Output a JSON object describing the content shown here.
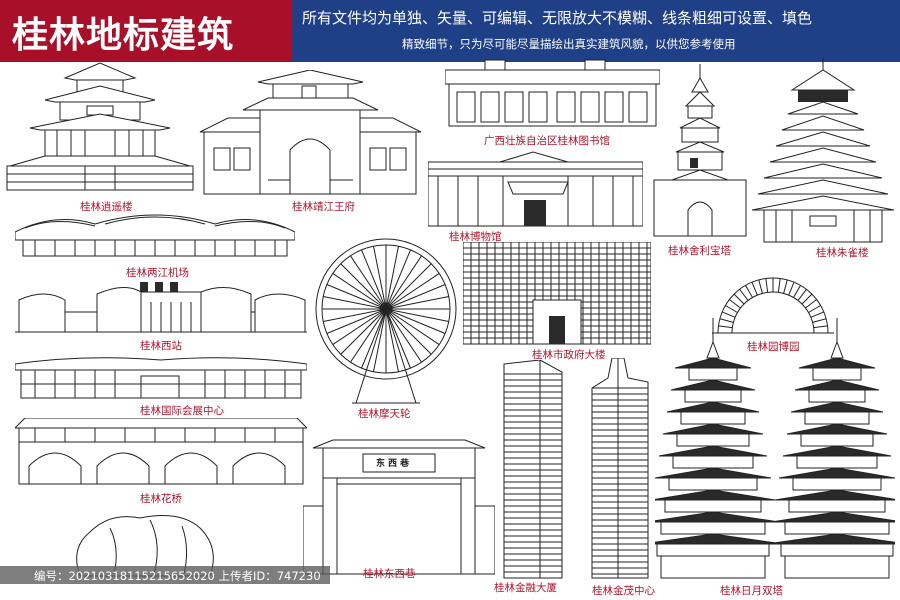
{
  "header": {
    "title": "桂林地标建筑",
    "line1": "所有文件均为单独、矢量、可编辑、无限放大不模糊、线条粗细可设置、填色",
    "line2": "精致细节，只为尽可能尽量描绘出真实建筑风貌，以供您参考使用"
  },
  "captions": {
    "xiaoyao": "桂林逍遥楼",
    "jingjiang": "桂林靖江王府",
    "library": "广西壮族自治区桂林图书馆",
    "museum": "桂林博物馆",
    "sheli": "桂林舍利宝塔",
    "zhuque": "桂林朱雀楼",
    "airport": "桂林两江机场",
    "ferris": "桂林摩天轮",
    "govt": "桂林市政府大楼",
    "yuanbo": "桂林园博园",
    "west_station": "桂林西站",
    "expo": "桂林国际会展中心",
    "flower_bridge": "桂林花桥",
    "dongxi": "桂林东西巷",
    "finance": "桂林金融大厦",
    "jinmao": "桂林金茂中心",
    "sunmoon": "桂林日月双塔"
  },
  "signboards": {
    "dongxi_plaque": "东西巷"
  },
  "footer": {
    "text": "编号：20210318115215652020  上传者ID：747230"
  },
  "colors": {
    "title_bg": "#a8102a",
    "subtitle_bg": "#1f3f86",
    "caption": "#b0122a",
    "line": "#222222"
  }
}
